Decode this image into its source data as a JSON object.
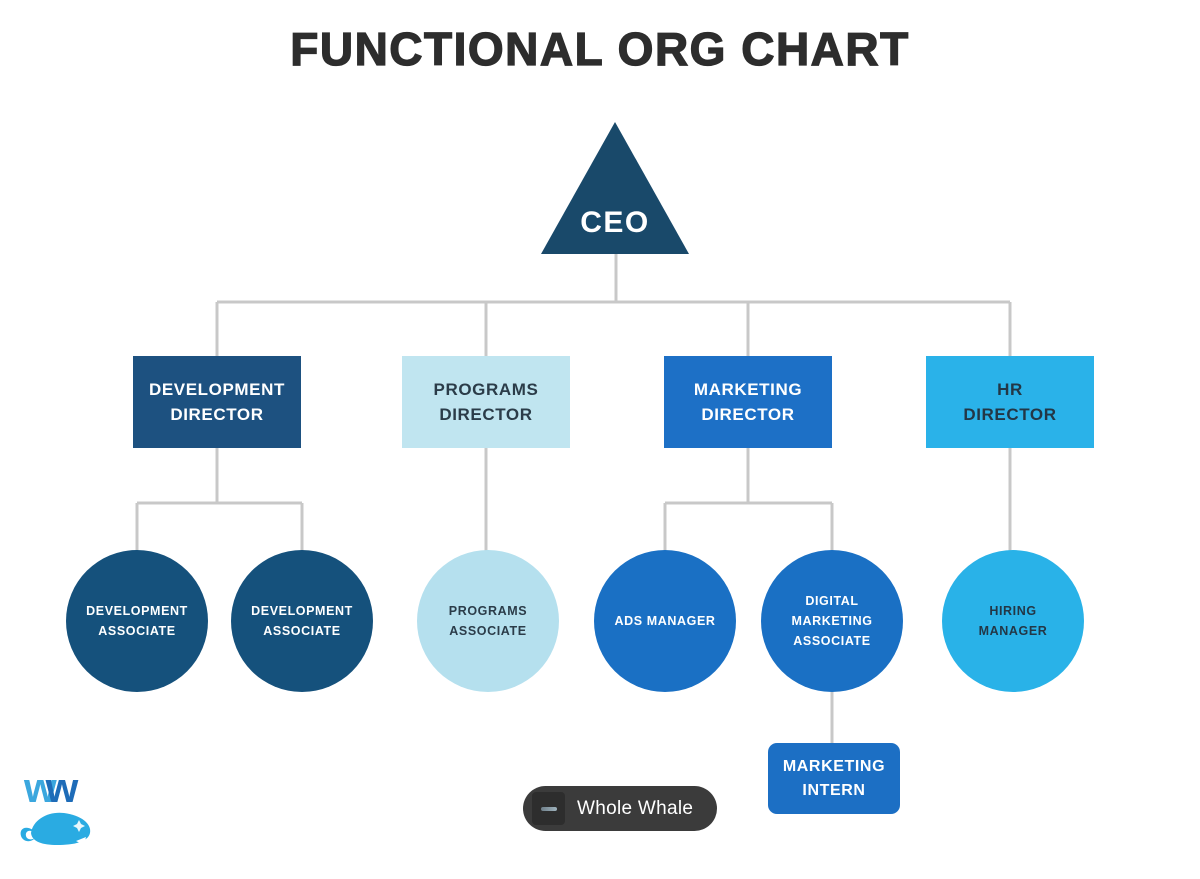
{
  "title": "FUNCTIONAL ORG CHART",
  "colors": {
    "title_text": "#2d2d2d",
    "dark_navy": "#19496a",
    "navy_blue": "#1d5180",
    "light_blue": "#c0e5f0",
    "medium_blue": "#1d70c6",
    "cyan_blue": "#2ab2e9",
    "connector_gray": "#c8c8c8",
    "badge_background": "#3b3b3b"
  },
  "org": {
    "ceo": {
      "label": "CEO",
      "shape": "triangle",
      "color": "#19496a",
      "text_color": "#ffffff"
    },
    "directors": [
      {
        "label": "DEVELOPMENT\nDIRECTOR",
        "shape": "rectangle",
        "color": "#1d5180",
        "text_color": "#ffffff",
        "reports_to": "CEO"
      },
      {
        "label": "PROGRAMS\nDIRECTOR",
        "shape": "rectangle",
        "color": "#c0e5f0",
        "text_color": "#2b3c49",
        "reports_to": "CEO"
      },
      {
        "label": "MARKETING\nDIRECTOR",
        "shape": "rectangle",
        "color": "#1d70c6",
        "text_color": "#ffffff",
        "reports_to": "CEO"
      },
      {
        "label": "HR\nDIRECTOR",
        "shape": "rectangle",
        "color": "#2ab2e9",
        "text_color": "#233746",
        "reports_to": "CEO"
      }
    ],
    "associates": [
      {
        "label": "DEVELOPMENT\nASSOCIATE",
        "shape": "circle",
        "color": "#15517c",
        "text_color": "#ffffff",
        "reports_to": "DEVELOPMENT DIRECTOR"
      },
      {
        "label": "DEVELOPMENT\nASSOCIATE",
        "shape": "circle",
        "color": "#15517c",
        "text_color": "#ffffff",
        "reports_to": "DEVELOPMENT DIRECTOR"
      },
      {
        "label": "PROGRAMS\nASSOCIATE",
        "shape": "circle",
        "color": "#b5e0ee",
        "text_color": "#2b3c49",
        "reports_to": "PROGRAMS DIRECTOR"
      },
      {
        "label": "ADS MANAGER",
        "shape": "circle",
        "color": "#1a70c4",
        "text_color": "#ffffff",
        "reports_to": "MARKETING DIRECTOR"
      },
      {
        "label": "DIGITAL\nMARKETING\nASSOCIATE",
        "shape": "circle",
        "color": "#1a70c4",
        "text_color": "#ffffff",
        "reports_to": "MARKETING DIRECTOR"
      },
      {
        "label": "HIRING\nMANAGER",
        "shape": "circle",
        "color": "#29b2e8",
        "text_color": "#233746",
        "reports_to": "HR DIRECTOR"
      }
    ],
    "intern": {
      "label": "MARKETING\nINTERN",
      "shape": "rounded-rectangle",
      "color": "#1c6fc4",
      "text_color": "#ffffff",
      "reports_to": "DIGITAL MARKETING ASSOCIATE"
    }
  },
  "footer": {
    "badge_label": "Whole Whale",
    "logo_letters": {
      "first": "w",
      "second": "w"
    }
  }
}
